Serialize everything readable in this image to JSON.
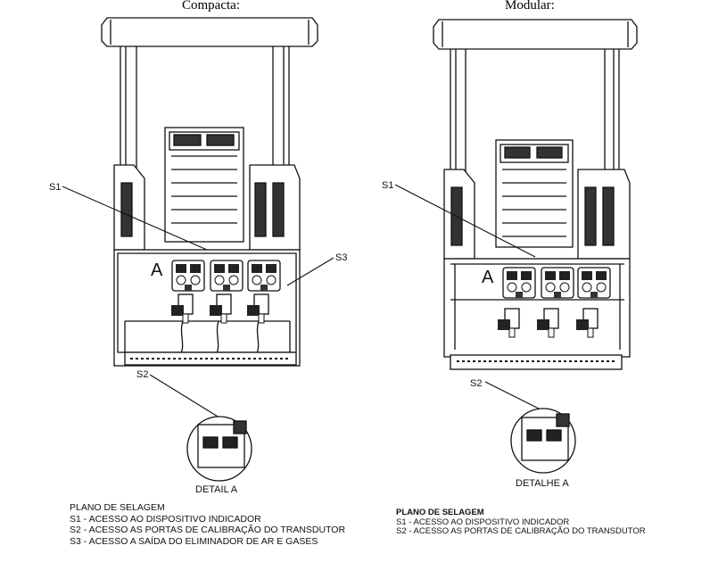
{
  "compact": {
    "title": "Compacta:",
    "labels": {
      "s1": "S1",
      "s2": "S2",
      "s3": "S3",
      "a": "A"
    },
    "detail_caption": "DETAIL A",
    "legend": {
      "heading": "PLANO DE SELAGEM",
      "items": [
        "S1 - ACESSO AO DISPOSITIVO INDICADOR",
        "S2 - ACESSO AS PORTAS DE CALIBRAÇÃO DO TRANSDUTOR",
        "S3 - ACESSO A SAÍDA DO ELIMINADOR DE AR E GASES"
      ]
    }
  },
  "modular": {
    "title": "Modular:",
    "labels": {
      "s1": "S1",
      "s2": "S2",
      "a": "A"
    },
    "detail_caption": "DETALHE A",
    "legend": {
      "heading": "PLANO DE SELAGEM",
      "items": [
        "S1 - ACESSO AO DISPOSITIVO INDICADOR",
        "S2 - ACESSO AS PORTAS DE CALIBRAÇÃO DO TRANSDUTOR"
      ]
    }
  }
}
